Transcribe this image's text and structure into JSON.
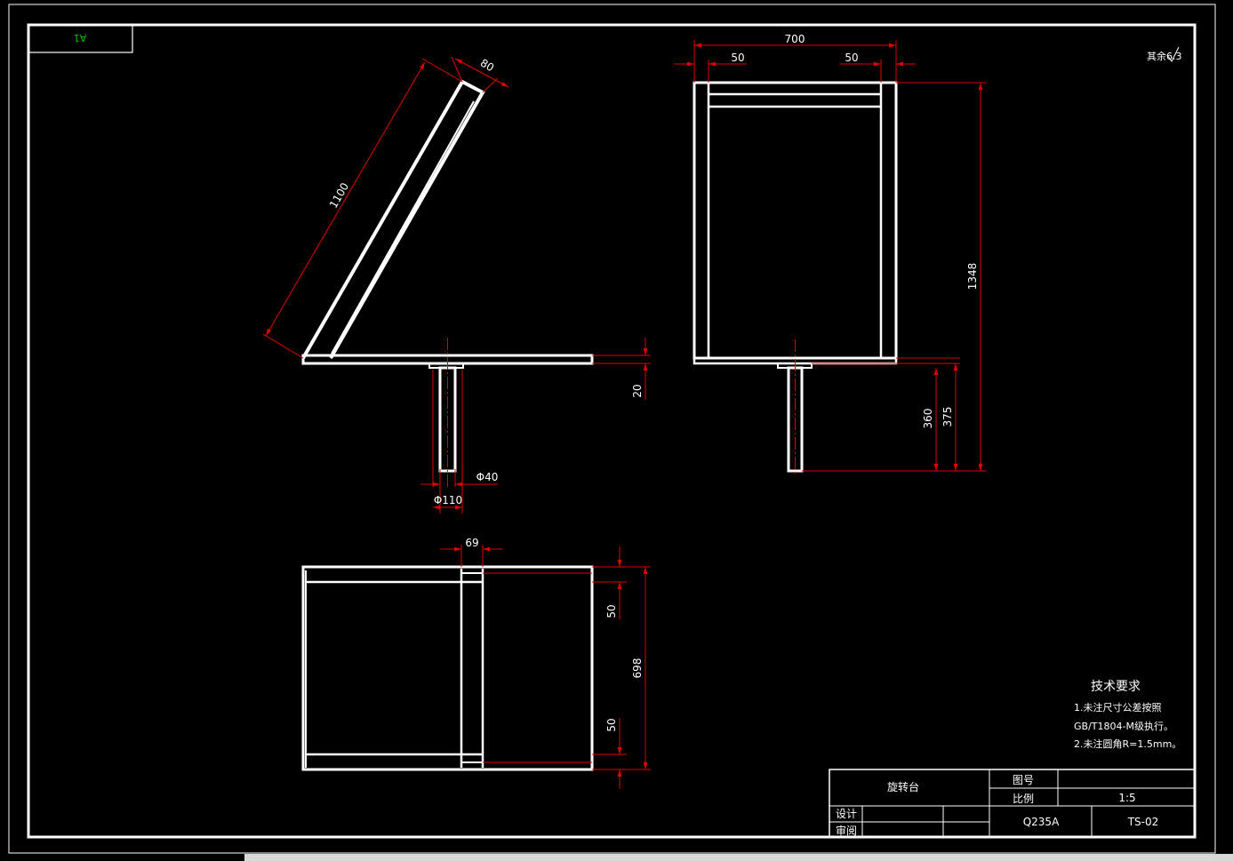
{
  "sheet": {
    "size_tag": "A1"
  },
  "surface_mark": {
    "label": "其余6.3"
  },
  "dimensions": {
    "side_arm_length": "1100",
    "side_arm_width": "80",
    "plate_thickness": "20",
    "post_diameter": "Φ40",
    "flange_diameter": "Φ110",
    "front_total_width": "700",
    "front_left_frame": "50",
    "front_right_frame": "50",
    "front_total_height": "1348",
    "post_height_360": "360",
    "post_height_375": "375",
    "top_offset": "69",
    "top_frame_top": "50",
    "top_frame_bottom": "50",
    "top_depth": "698"
  },
  "tech_requirements": {
    "title": "技术要求",
    "line1": "1.未注尺寸公差按照",
    "line2": "GB/T1804-M级执行。",
    "line3": "2.未注圆角R=1.5mm。"
  },
  "title_block": {
    "part_name": "旋转台",
    "drawing_no_label": "图号",
    "scale_label": "比例",
    "scale_value": "1:5",
    "design_label": "设计",
    "review_label": "审阅",
    "material": "Q235A",
    "drawing_no_value": "TS-02"
  },
  "colors": {
    "background": "#000000",
    "lines": "#ffffff",
    "dimension": "#e00000",
    "tag": "#00c000"
  }
}
